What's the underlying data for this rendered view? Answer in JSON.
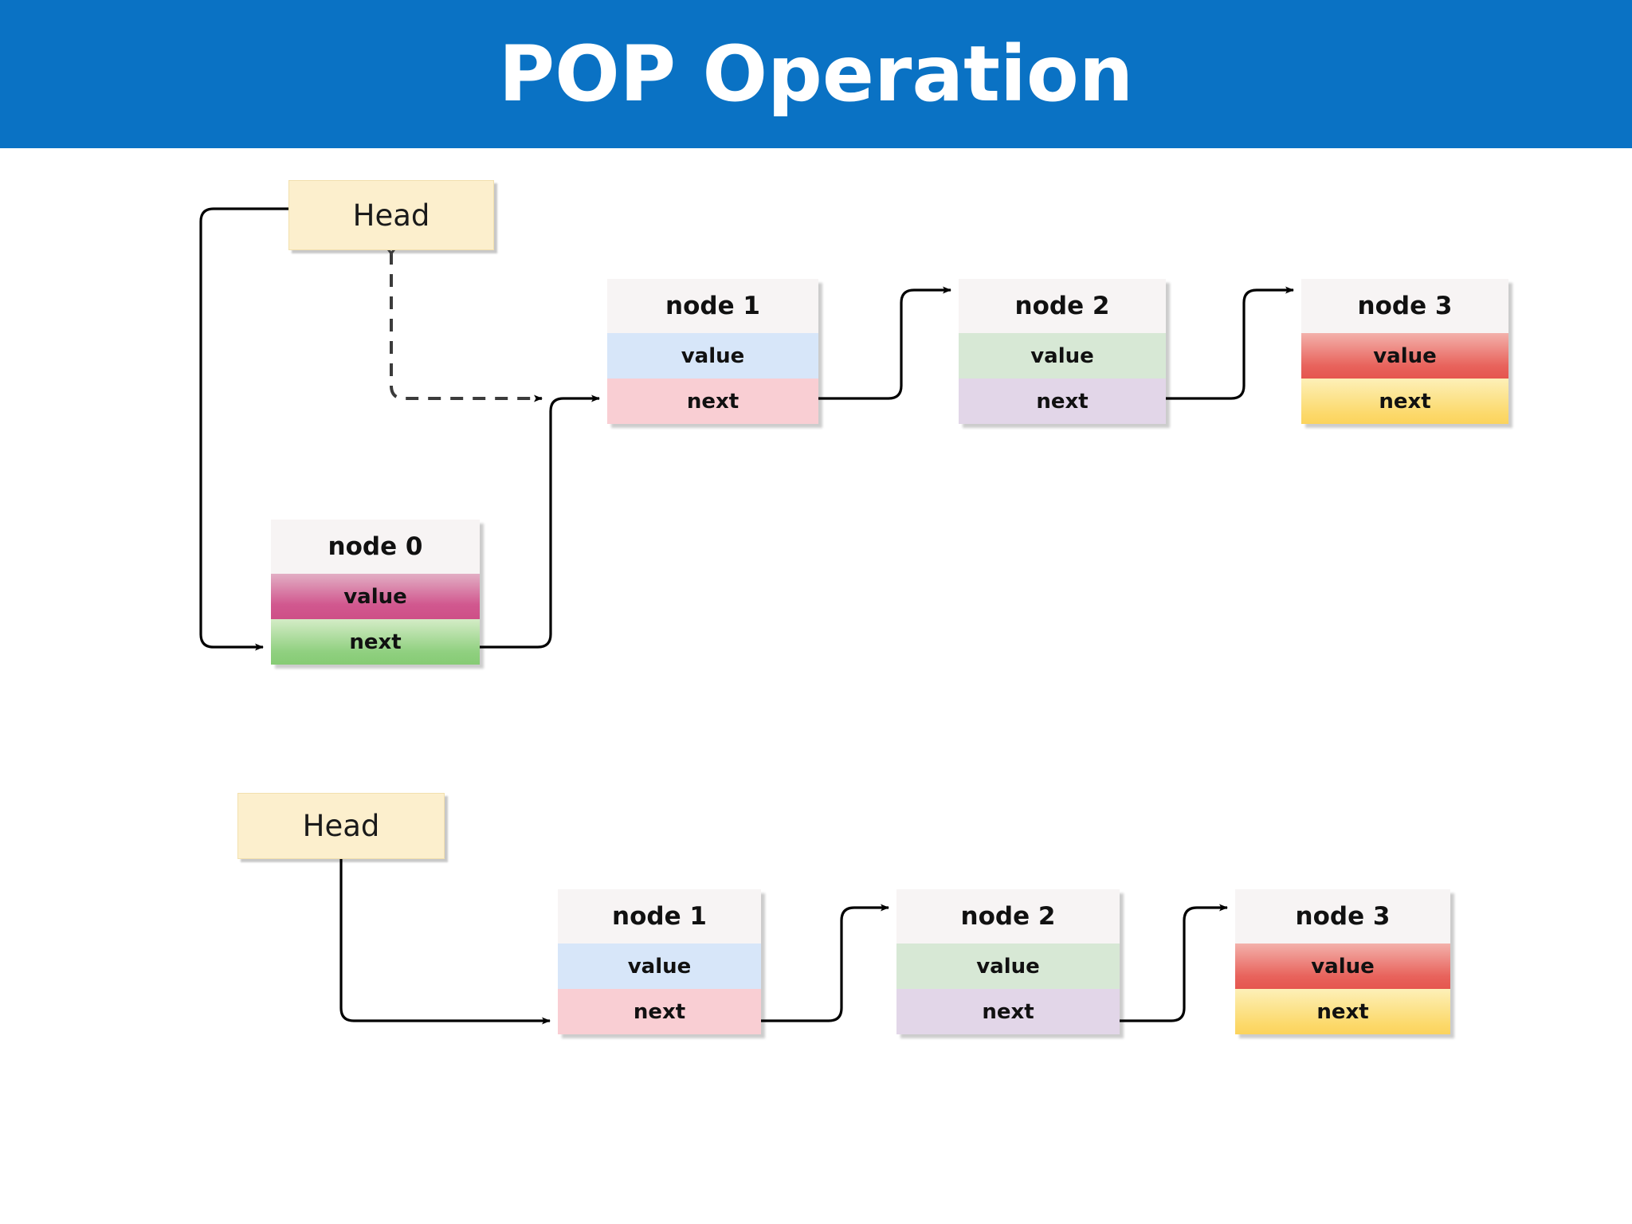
{
  "banner": {
    "title": "POP Operation",
    "background_color": "#0a72c4",
    "text_color": "#ffffff"
  },
  "diagrams": [
    {
      "name": "before-pop",
      "head": {
        "label": "Head"
      },
      "nodes": [
        {
          "id": "node0",
          "title": "node 0",
          "value_label": "value",
          "next_label": "next",
          "value_color": "#d1588f",
          "next_color": "#90d080"
        },
        {
          "id": "node1",
          "title": "node 1",
          "value_label": "value",
          "next_label": "next",
          "value_color": "#d7e6f9",
          "next_color": "#f9ced3"
        },
        {
          "id": "node2",
          "title": "node 2",
          "value_label": "value",
          "next_label": "next",
          "value_color": "#d7e8d5",
          "next_color": "#e2d6e8"
        },
        {
          "id": "node3",
          "title": "node 3",
          "value_label": "value",
          "next_label": "next",
          "value_color": "#e8635c",
          "next_color": "#fcd96b"
        }
      ]
    },
    {
      "name": "after-pop",
      "head": {
        "label": "Head"
      },
      "nodes": [
        {
          "id": "node1",
          "title": "node 1",
          "value_label": "value",
          "next_label": "next",
          "value_color": "#d7e6f9",
          "next_color": "#f9ced3"
        },
        {
          "id": "node2",
          "title": "node 2",
          "value_label": "value",
          "next_label": "next",
          "value_color": "#d7e8d5",
          "next_color": "#e2d6e8"
        },
        {
          "id": "node3",
          "title": "node 3",
          "value_label": "value",
          "next_label": "next",
          "value_color": "#e8635c",
          "next_color": "#fcd96b"
        }
      ]
    }
  ],
  "colors": {
    "head_fill": "#fcefcd",
    "node_title_fill": "#f7f4f4",
    "connector": "#000000"
  }
}
